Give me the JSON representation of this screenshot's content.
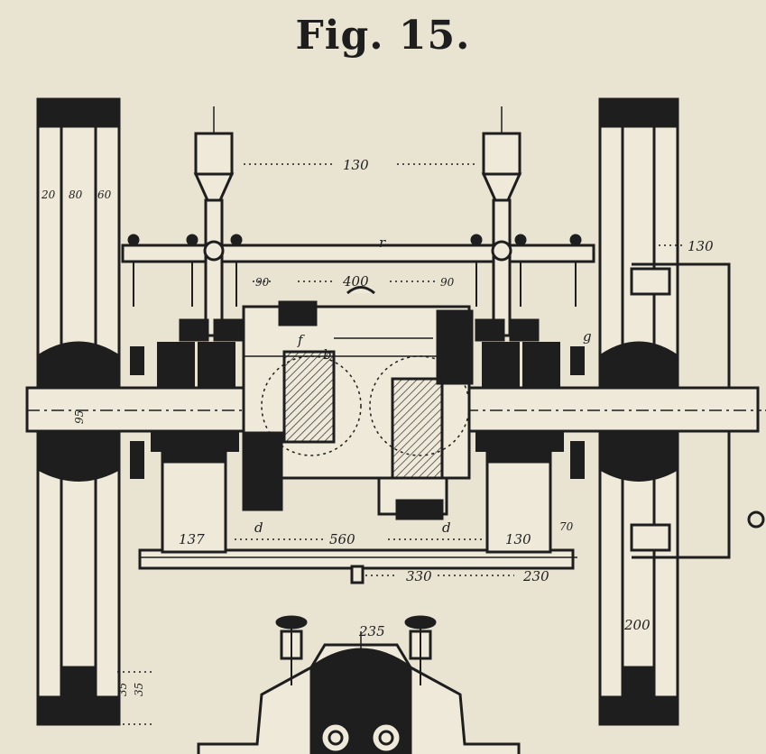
{
  "figure": {
    "title": "Fig. 15."
  },
  "dimensions": {
    "top_span": "130",
    "right_top": "130",
    "left_offset": "90",
    "center_span": "400",
    "right_offset": "90",
    "bottom_span": "560",
    "left_bottom": "137",
    "right_bottom": "130",
    "right_small": "70",
    "base_mid": "330",
    "base_right": "230",
    "rail_left": "20",
    "rail_mid": "80",
    "rail_right": "60",
    "shaft_label": "95",
    "lower_mount": "235",
    "right_wheel_low": "200",
    "left_wheel_low": "35",
    "left_wheel_low2": "35"
  },
  "labels": {
    "r": "r",
    "f": "f",
    "b": "b",
    "g": "g",
    "d_left": "d",
    "d_right": "d"
  }
}
